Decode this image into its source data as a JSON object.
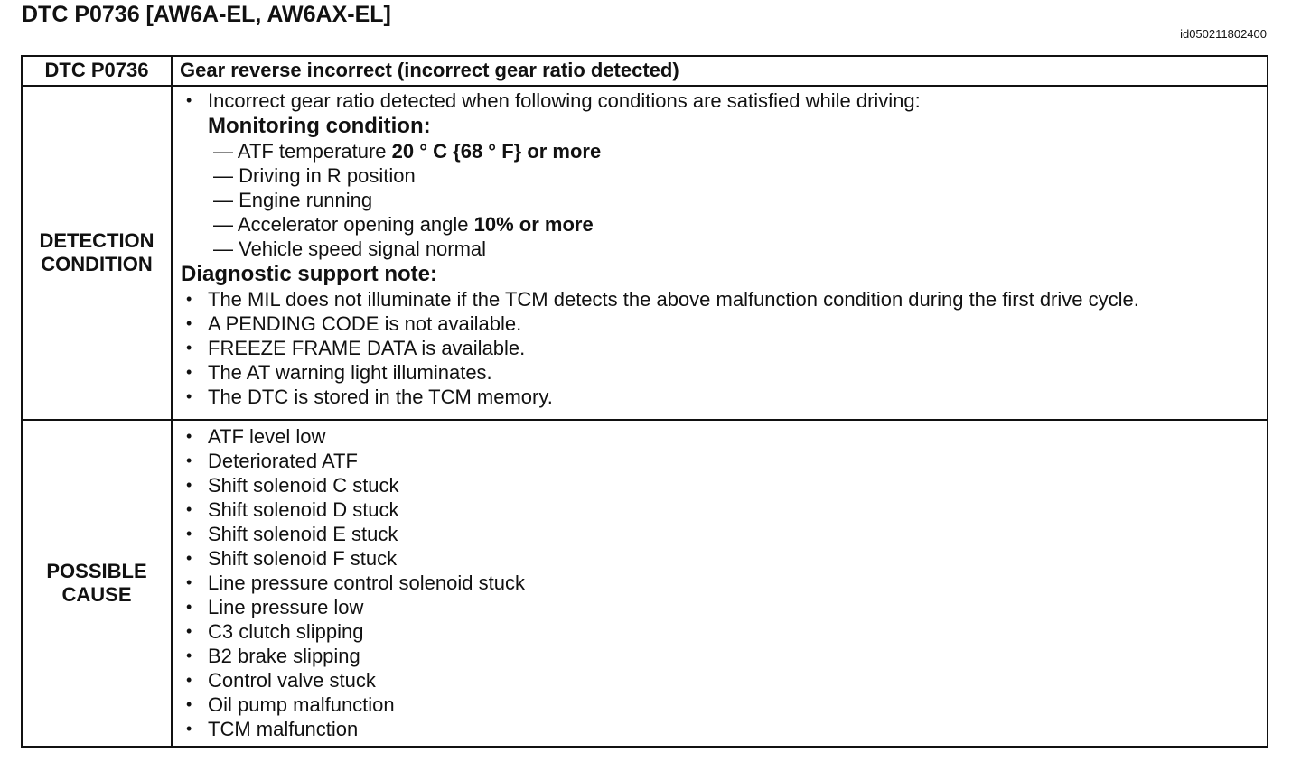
{
  "header": {
    "title": "DTC P0736 [AW6A-EL, AW6AX-EL]",
    "doc_id": "id050211802400"
  },
  "table": {
    "head": {
      "code": "DTC P0736",
      "description": "Gear reverse incorrect (incorrect gear ratio detected)"
    },
    "detection": {
      "label_line1": "DETECTION",
      "label_line2": "CONDITION",
      "intro": "Incorrect gear ratio detected when following conditions are satisfied while driving:",
      "monitoring_heading": "Monitoring condition:",
      "monitoring": [
        {
          "text": "— ATF temperature ",
          "bold": "20 ° C {68 ° F} or more"
        },
        {
          "text": "— Driving in R position",
          "bold": ""
        },
        {
          "text": "— Engine running",
          "bold": ""
        },
        {
          "text": "— Accelerator opening angle ",
          "bold": "10% or more"
        },
        {
          "text": "— Vehicle speed signal normal",
          "bold": ""
        }
      ],
      "support_heading": "Diagnostic support note:",
      "support_notes": [
        "The MIL does not illuminate if the TCM detects the above malfunction condition during the first drive cycle.",
        "A PENDING CODE is not available.",
        "FREEZE FRAME DATA is available.",
        "The AT warning light illuminates.",
        "The DTC is stored in the TCM memory."
      ]
    },
    "cause": {
      "label_line1": "POSSIBLE",
      "label_line2": "CAUSE",
      "items": [
        "ATF level low",
        "Deteriorated ATF",
        "Shift solenoid C stuck",
        "Shift solenoid D stuck",
        "Shift solenoid E stuck",
        "Shift solenoid F stuck",
        "Line pressure control solenoid stuck",
        "Line pressure low",
        "C3 clutch slipping",
        "B2 brake slipping",
        "Control valve stuck",
        "Oil pump malfunction",
        "TCM malfunction"
      ]
    },
    "bullet_glyph": "•"
  }
}
